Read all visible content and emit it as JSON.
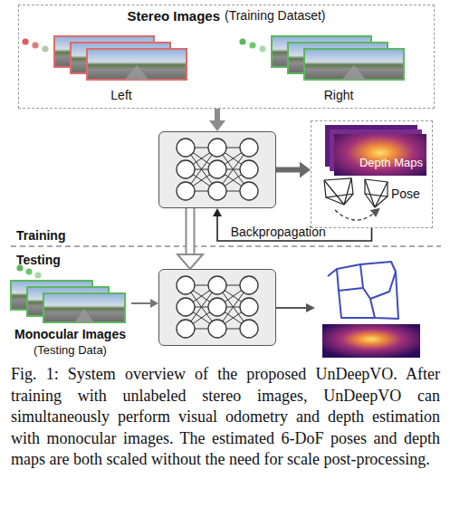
{
  "diagram": {
    "caption": "Fig. 1: System overview of the proposed UnDeepVO. After training with unlabeled stereo images, UnDeepVO can simultaneously perform visual odometry and depth estimation with monocular images. The estimated 6-DoF poses and depth maps are both scaled without the need for scale post-processing.",
    "nodes": [
      {
        "text": [
          "Stereo Images",
          "(Training Dataset)"
        ]
      },
      {
        "text": [
          "Left"
        ],
        "in": 0
      },
      {
        "text": [
          "Right"
        ],
        "in": 0
      },
      {
        "text": []
      },
      {
        "text": [
          "Pose"
        ]
      },
      {
        "text": [
          "Depth Maps"
        ],
        "in": 4
      },
      {
        "text": []
      },
      {
        "text": [
          "Monocular Images",
          "(Testing Data)"
        ]
      }
    ],
    "edges": [
      {
        "from": 0,
        "to": 3,
        "arrow": "to"
      },
      {
        "from": 3,
        "to": 4,
        "arrow": "to"
      },
      {
        "from": 4,
        "to": 3,
        "label": "Backpropagation",
        "arrow": "to"
      },
      {
        "from": 3,
        "to": 6,
        "arrow": "to"
      },
      {
        "from": 7,
        "to": 6,
        "arrow": "to"
      }
    ],
    "labels": [
      "Training",
      "Testing"
    ]
  }
}
